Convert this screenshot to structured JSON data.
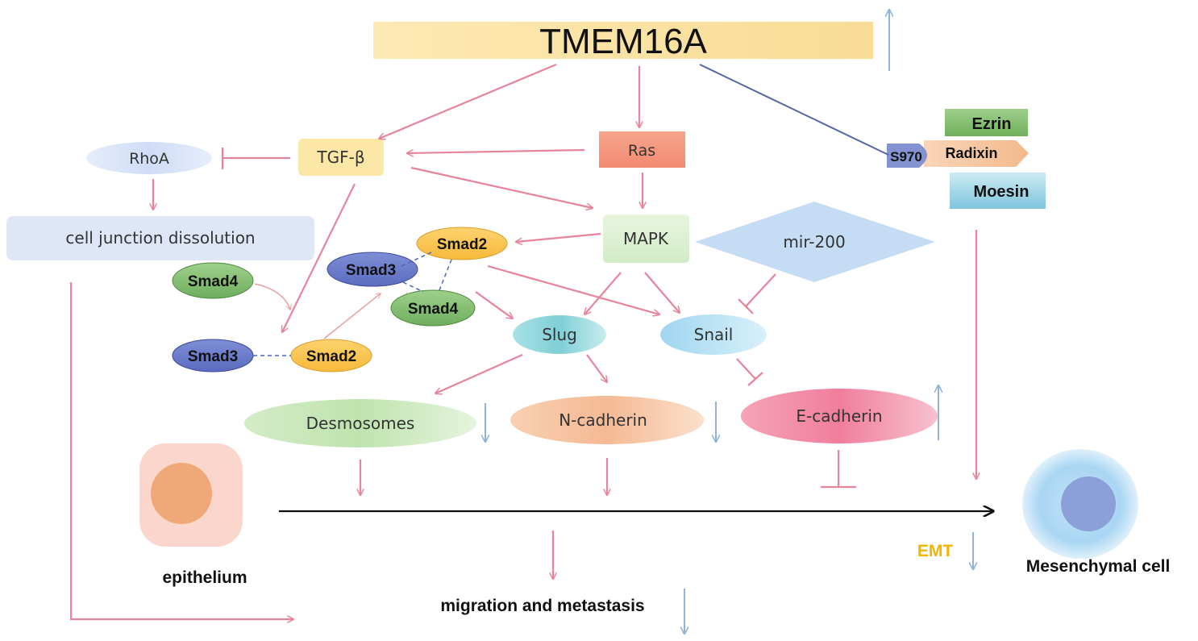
{
  "nodes": {
    "tmem16a": "TMEM16A",
    "tgfb": "TGF-β",
    "ras": "Ras",
    "rhoa": "RhoA",
    "cell_junction": "cell junction dissolution",
    "mapk": "MAPK",
    "mir200": "mir-200",
    "smad2_top": "Smad2",
    "smad3_top": "Smad3",
    "smad4_mid": "Smad4",
    "smad4_left": "Smad4",
    "smad3_bottom": "Smad3",
    "smad2_bottom": "Smad2",
    "slug": "Slug",
    "snail": "Snail",
    "desmosomes": "Desmosomes",
    "n_cadherin": "N-cadherin",
    "e_cadherin": "E-cadherin",
    "ezrin": "Ezrin",
    "radixin": "Radixin",
    "s970": "S970",
    "moesin": "Moesin",
    "epithelium": "epithelium",
    "mesenchymal": "Mesenchymal cell",
    "emt": "EMT",
    "migration": "migration and metastasis"
  },
  "colors": {
    "activation_arrow": "#e8839c",
    "blue_link": "#5565a8",
    "trend_arrow": "#8fb3d9",
    "emt_text": "#f2b400",
    "tmem_bar": "#fbe4a6"
  }
}
